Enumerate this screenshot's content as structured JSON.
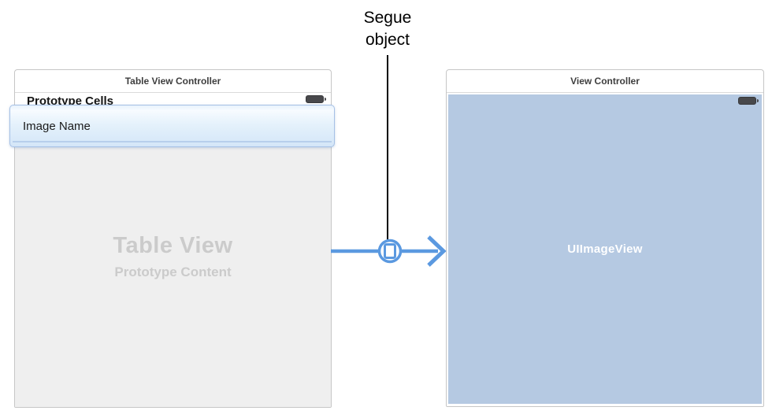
{
  "annotation": {
    "line1": "Segue",
    "line2": "object"
  },
  "left_scene": {
    "title": "Table View Controller",
    "prototype_cells_label": "Prototype Cells",
    "cell_label": "Image Name",
    "body_title": "Table View",
    "body_subtitle": "Prototype Content"
  },
  "right_scene": {
    "title": "View Controller",
    "content_label": "UIImageView"
  },
  "icons": {
    "left_status_bar": "battery-icon",
    "right_status_bar": "battery-icon",
    "segue_connector": "segue-object-icon"
  },
  "colors": {
    "segue_arrow": "#5B99E0",
    "annotation_line": "#000000",
    "table_body_bg": "#EFEFEF",
    "image_view_bg": "#B5C9E2",
    "cell_border": "#A6C1E6",
    "placeholder_text": "#CBCBCB"
  }
}
